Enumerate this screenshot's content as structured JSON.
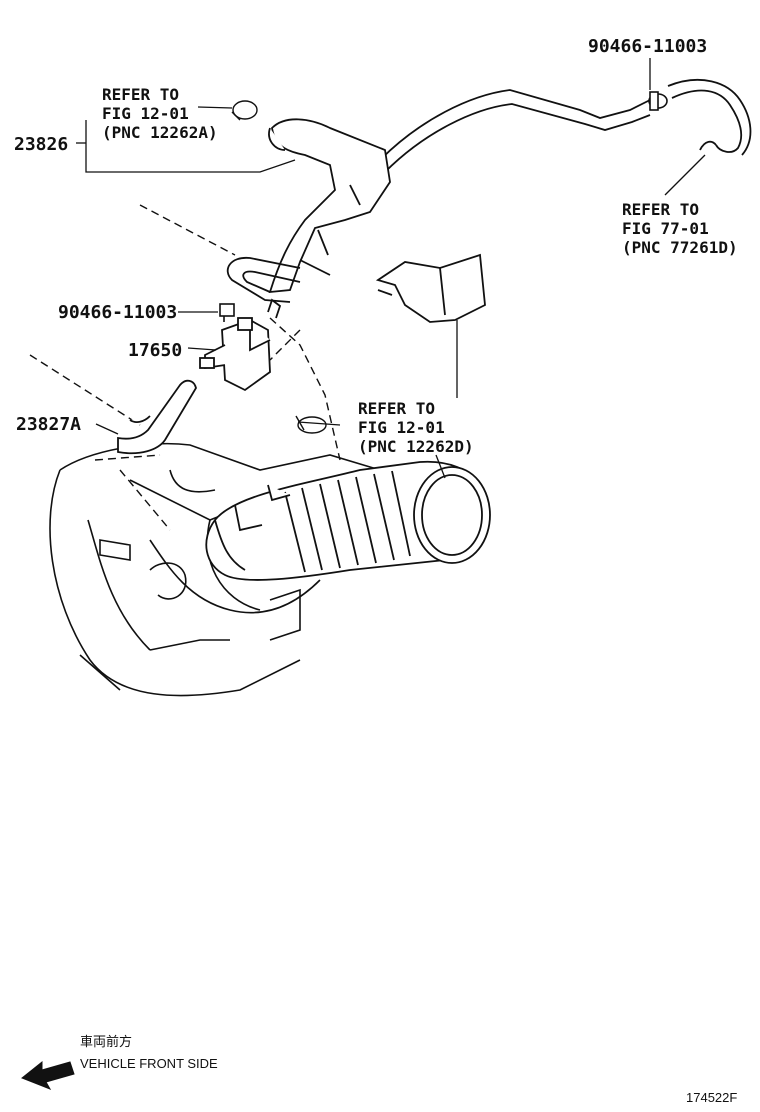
{
  "callouts": {
    "p23826": "23826",
    "p90466_top": "90466-11003",
    "p90466_mid": "90466-11003",
    "p17650": "17650",
    "p23827a": "23827A"
  },
  "refs": {
    "ref_a": [
      "REFER TO",
      "FIG 12-01",
      "(PNC 12262A)"
    ],
    "ref_b": [
      "REFER TO",
      "FIG 77-01",
      "(PNC 77261D)"
    ],
    "ref_c": [
      "REFER TO",
      "FIG 12-01",
      "(PNC 12262D)"
    ]
  },
  "direction": {
    "cjk_label": "車両前方",
    "label": "VEHICLE FRONT SIDE"
  },
  "figure_number": "174522F",
  "colors": {
    "line": "#111111",
    "background": "#ffffff"
  }
}
